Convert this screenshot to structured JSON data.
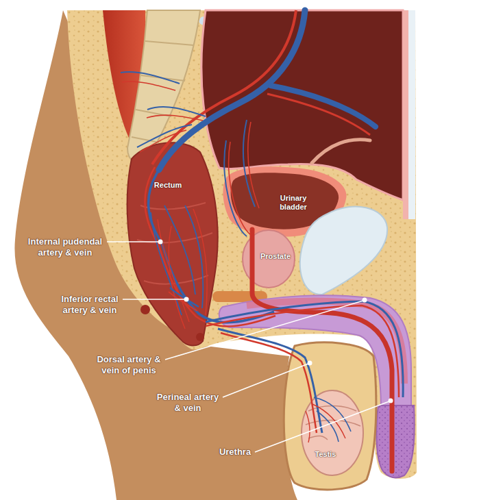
{
  "diagram": {
    "labels": [
      "Rectum",
      "Urinary bladder",
      "Prostate",
      "Internal pudendal artery & vein",
      "Inferior rectal artery & vein",
      "Dorsal artery & vein of penis",
      "Perineal artery & vein",
      "Urethra",
      "Testis"
    ]
  }
}
